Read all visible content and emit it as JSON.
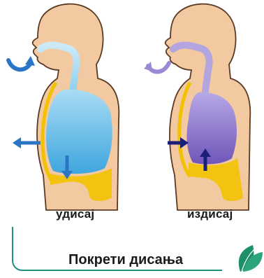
{
  "panels": [
    {
      "caption": "удисај"
    },
    {
      "caption": "издисај"
    }
  ],
  "footer": {
    "title": "Покрети дисања"
  },
  "colors": {
    "skin": "#f2c9a0",
    "skin_outline": "#5a3a22",
    "inhale_lung": "#5bb8e8",
    "exhale_lung": "#7b67c2",
    "diaphragm": "#f2c200",
    "arrow_inhale": "#2a76c4",
    "arrow_exhale": "#1a1f7a",
    "bracket": "#1d8f7e",
    "leaf": "#1d8f6a"
  }
}
